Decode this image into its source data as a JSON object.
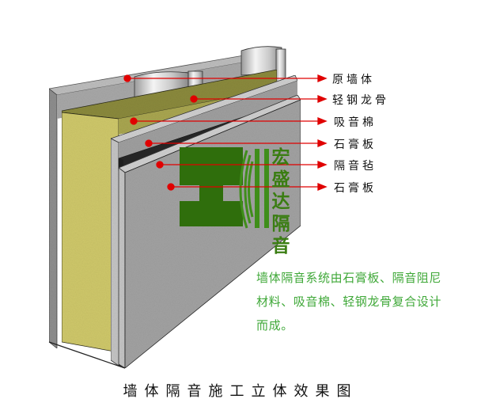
{
  "diagram": {
    "caption": "墙体隔音施工立体效果图",
    "labels": [
      {
        "id": "original-wall",
        "text": "原墙体"
      },
      {
        "id": "light-steel-keel",
        "text": "轻钢龙骨"
      },
      {
        "id": "sound-absorbing-cotton",
        "text": "吸音棉"
      },
      {
        "id": "gypsum-board-1",
        "text": "石膏板"
      },
      {
        "id": "soundproof-felt",
        "text": "隔音毡"
      },
      {
        "id": "gypsum-board-2",
        "text": "石膏板"
      }
    ],
    "brand": {
      "name": "宏盛达隔音",
      "chars": [
        "宏",
        "盛",
        "达",
        "隔",
        "音"
      ],
      "color": "#3a7d12"
    },
    "description": {
      "lines": [
        "墙体隔音系统由石膏板、隔音阻尼",
        "材料、吸音棉、轻钢龙骨复合设计",
        "而成。"
      ],
      "color": "#3fa838"
    },
    "colors": {
      "wall_gray": "#a6a6a6",
      "cotton_yellow": "#c9c25a",
      "felt_black": "#2a2a2a",
      "keel_silver": "#d8d8d8",
      "pointer_red": "#e00000",
      "logo_green": "#2f6e0c"
    }
  }
}
